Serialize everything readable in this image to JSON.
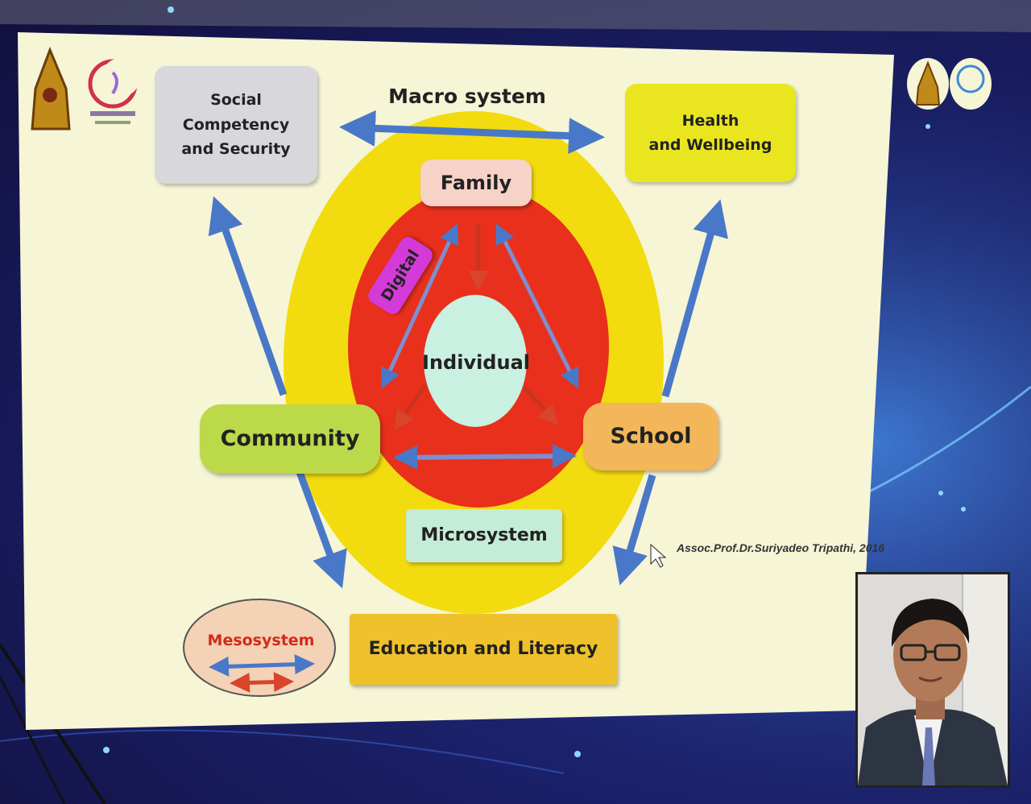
{
  "title": "Macro system",
  "credit": "Assoc.Prof.Dr.Suriyadeo Tripathi, 2016",
  "boxes": {
    "social_line1": "Social",
    "social_line2": "Competency",
    "social_line3": "and Security",
    "health_line1": "Health",
    "health_line2": "and Wellbeing",
    "family": "Family",
    "digital": "Digital",
    "individual": "Individual",
    "community": "Community",
    "school": "School",
    "microsystem": "Microsystem",
    "mesosystem": "Mesosystem",
    "education": "Education and Literacy"
  },
  "colors": {
    "slide_bg": "#f6f5d6",
    "yellow_ring": "#f2dc10",
    "red_ring": "#e8301c",
    "individual": "#c9f0e0",
    "family": "#f7d2c6",
    "digital": "#d43ad8",
    "community": "#bcd94a",
    "school": "#f3b659",
    "microsystem": "#c5ecd7",
    "social": "#d8d8dc",
    "health": "#e9e61f",
    "education": "#efc12a",
    "mesosystem_bg": "#f3d2b6",
    "blue_arrow": "#4a78c8",
    "red_arrow": "#d8452a"
  }
}
